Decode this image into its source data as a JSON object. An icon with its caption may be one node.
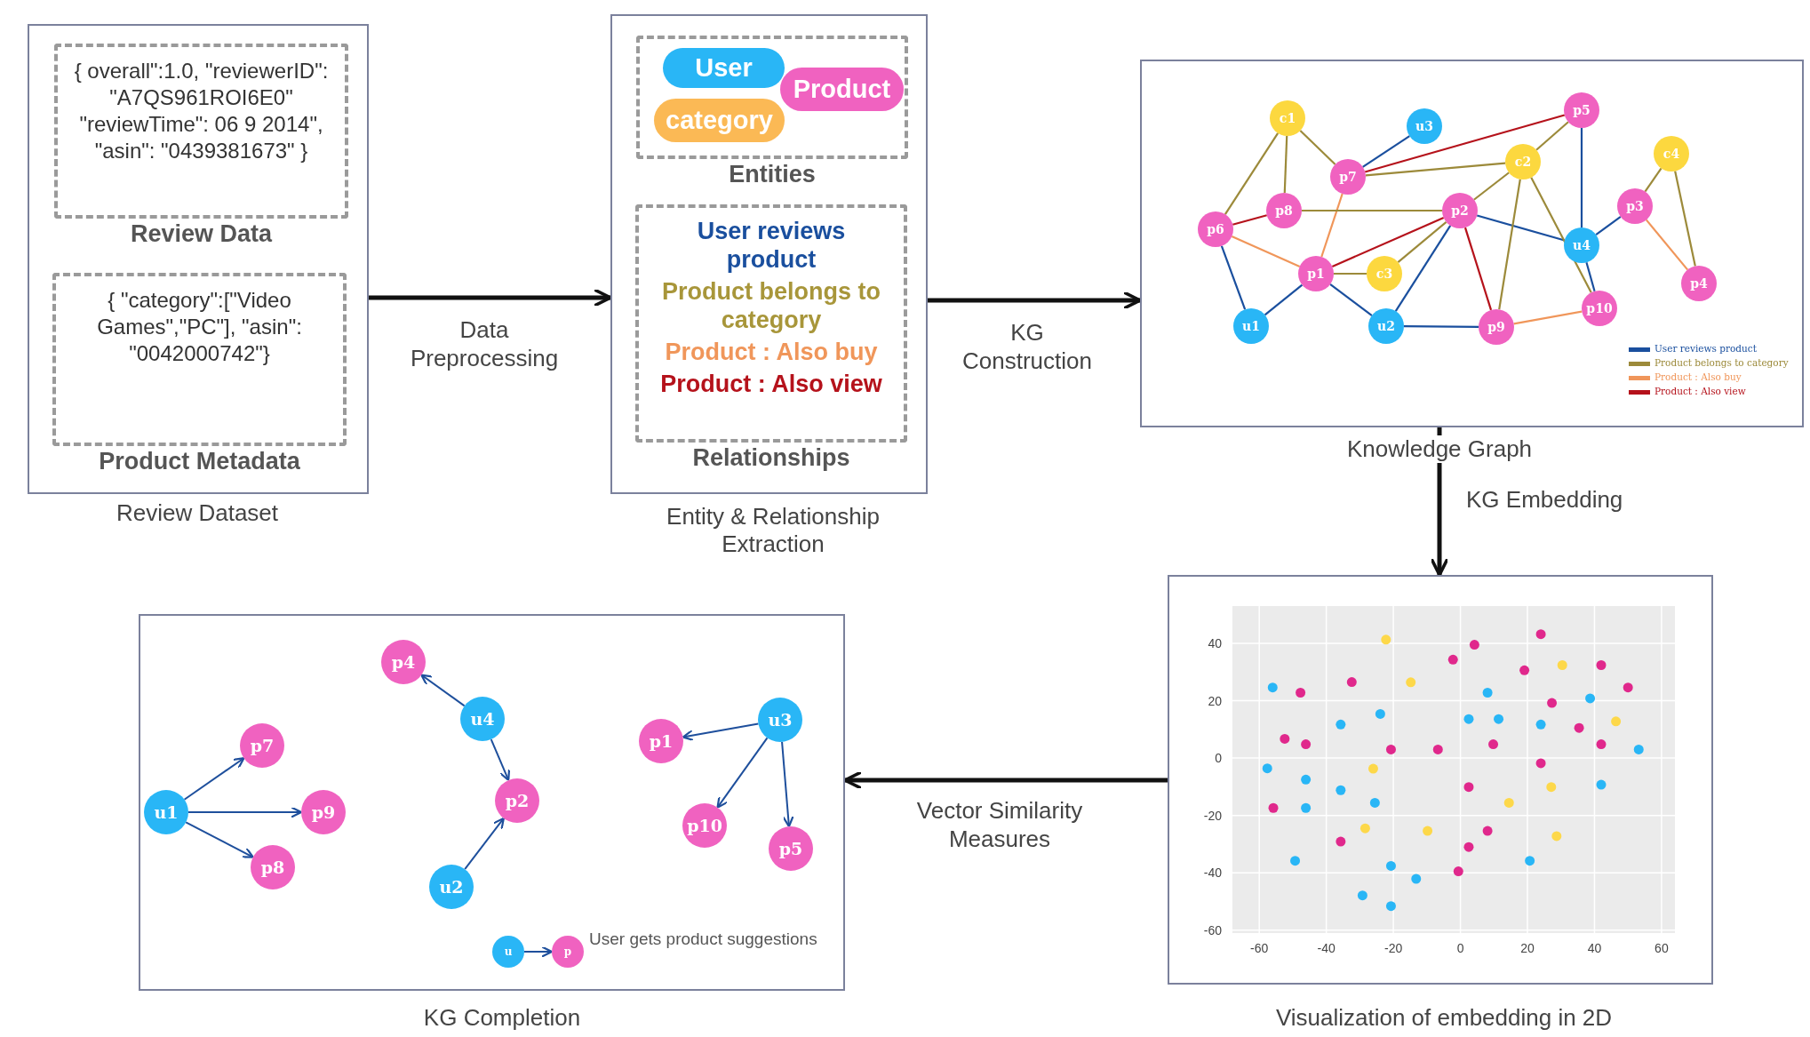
{
  "diagram": {
    "nodes": [
      {
        "text": [],
        "shape": "box",
        "beside": [
          "Review Dataset"
        ]
      },
      {
        "text": [
          "{ overall\":1.0, \"reviewerID\": \"A7QS961ROI6E0\" \"reviewTime\": 06 9 2014\", \"asin\": \"0439381673\" }",
          "Review Data"
        ],
        "in": 0
      },
      {
        "text": [
          "{ \"category\":[\"Video Games\",\"PC\"], \"asin\": \"0042000742\"}",
          "Product Metadata"
        ],
        "in": 0
      },
      {
        "text": [],
        "shape": "box",
        "beside": [
          "Entity & Relationship Extraction"
        ]
      },
      {
        "text": [
          "Entities"
        ],
        "in": 3
      },
      {
        "text": [
          "User"
        ],
        "in": 4
      },
      {
        "text": [
          "Product"
        ],
        "in": 4
      },
      {
        "text": [
          "category"
        ],
        "in": 4
      },
      {
        "text": [
          "User reviews product",
          "Product belongs to category",
          "Product : Also buy",
          "Product : Also view",
          "Relationships"
        ],
        "in": 3
      },
      {
        "text": [],
        "shape": "box",
        "beside": [
          "Knowledge Graph"
        ]
      },
      {
        "text": [
          "p5"
        ],
        "in": 9
      },
      {
        "text": [
          "c1"
        ],
        "in": 9
      },
      {
        "text": [
          "u3"
        ],
        "in": 9
      },
      {
        "text": [
          "c4"
        ],
        "in": 9
      },
      {
        "text": [
          "c2"
        ],
        "in": 9
      },
      {
        "text": [
          "p7"
        ],
        "in": 9
      },
      {
        "text": [
          "p3"
        ],
        "in": 9
      },
      {
        "text": [
          "p8"
        ],
        "in": 9
      },
      {
        "text": [
          "p2"
        ],
        "in": 9
      },
      {
        "text": [
          "p6"
        ],
        "in": 9
      },
      {
        "text": [
          "u4"
        ],
        "in": 9
      },
      {
        "text": [
          "p1"
        ],
        "in": 9
      },
      {
        "text": [
          "c3"
        ],
        "in": 9
      },
      {
        "text": [
          "p4"
        ],
        "in": 9
      },
      {
        "text": [
          "p10"
        ],
        "in": 9
      },
      {
        "text": [
          "u1"
        ],
        "in": 9
      },
      {
        "text": [
          "u2"
        ],
        "in": 9
      },
      {
        "text": [
          "p9"
        ],
        "in": 9
      },
      {
        "text": [],
        "shape": "box",
        "beside": [
          "Visualization of embedding in 2D"
        ]
      },
      {
        "text": [],
        "shape": "box",
        "beside": [
          "KG Completion"
        ]
      },
      {
        "text": [
          "p4"
        ],
        "in": 29
      },
      {
        "text": [
          "u4"
        ],
        "in": 29
      },
      {
        "text": [
          "u3"
        ],
        "in": 29
      },
      {
        "text": [
          "p1"
        ],
        "in": 29
      },
      {
        "text": [
          "p7"
        ],
        "in": 29
      },
      {
        "text": [
          "p2"
        ],
        "in": 29
      },
      {
        "text": [
          "u1"
        ],
        "in": 29
      },
      {
        "text": [
          "p9"
        ],
        "in": 29
      },
      {
        "text": [
          "p10"
        ],
        "in": 29
      },
      {
        "text": [
          "p5"
        ],
        "in": 29
      },
      {
        "text": [
          "p8"
        ],
        "in": 29
      },
      {
        "text": [
          "u2"
        ],
        "in": 29
      },
      {
        "text": [
          "u"
        ],
        "in": 29
      },
      {
        "text": [
          "p"
        ],
        "in": 29
      }
    ],
    "edges": [
      {
        "from": 0,
        "to": 3,
        "arrow": "to",
        "label": "Data Preprocessing",
        "color": "#111111"
      },
      {
        "from": 3,
        "to": 9,
        "arrow": "to",
        "label": "KG Construction",
        "color": "#111111"
      },
      {
        "from": 9,
        "to": 28,
        "arrow": "to",
        "label": "KG Embedding",
        "color": "#111111"
      },
      {
        "from": 28,
        "to": 29,
        "arrow": "to",
        "label": "Vector Similarity Measures",
        "color": "#111111"
      },
      {
        "from": 11,
        "to": 19,
        "arrow": "none",
        "color": "#9c8a3a"
      },
      {
        "from": 11,
        "to": 17,
        "arrow": "none",
        "color": "#9c8a3a"
      },
      {
        "from": 11,
        "to": 15,
        "arrow": "none",
        "color": "#9c8a3a"
      },
      {
        "from": 12,
        "to": 15,
        "arrow": "none",
        "color": "#1a4f9e"
      },
      {
        "from": 15,
        "to": 10,
        "arrow": "none",
        "color": "#b5121b"
      },
      {
        "from": 15,
        "to": 14,
        "arrow": "none",
        "color": "#9c8a3a"
      },
      {
        "from": 15,
        "to": 21,
        "arrow": "none",
        "color": "#f0965a"
      },
      {
        "from": 10,
        "to": 14,
        "arrow": "none",
        "color": "#9c8a3a"
      },
      {
        "from": 10,
        "to": 20,
        "arrow": "none",
        "color": "#1a4f9e"
      },
      {
        "from": 19,
        "to": 17,
        "arrow": "none",
        "color": "#b5121b"
      },
      {
        "from": 17,
        "to": 18,
        "arrow": "none",
        "color": "#9c8a3a"
      },
      {
        "from": 19,
        "to": 21,
        "arrow": "none",
        "color": "#f0965a"
      },
      {
        "from": 19,
        "to": 25,
        "arrow": "none",
        "color": "#1a4f9e"
      },
      {
        "from": 25,
        "to": 21,
        "arrow": "none",
        "color": "#1a4f9e"
      },
      {
        "from": 21,
        "to": 18,
        "arrow": "none",
        "color": "#b5121b"
      },
      {
        "from": 21,
        "to": 22,
        "arrow": "none",
        "color": "#9c8a3a"
      },
      {
        "from": 22,
        "to": 18,
        "arrow": "none",
        "color": "#9c8a3a"
      },
      {
        "from": 21,
        "to": 26,
        "arrow": "none",
        "color": "#1a4f9e"
      },
      {
        "from": 26,
        "to": 18,
        "arrow": "none",
        "color": "#1a4f9e"
      },
      {
        "from": 18,
        "to": 14,
        "arrow": "none",
        "color": "#9c8a3a"
      },
      {
        "from": 18,
        "to": 20,
        "arrow": "none",
        "color": "#1a4f9e"
      },
      {
        "from": 18,
        "to": 27,
        "arrow": "none",
        "color": "#b5121b"
      },
      {
        "from": 14,
        "to": 27,
        "arrow": "none",
        "color": "#9c8a3a"
      },
      {
        "from": 14,
        "to": 24,
        "arrow": "none",
        "color": "#9c8a3a"
      },
      {
        "from": 26,
        "to": 27,
        "arrow": "none",
        "color": "#1a4f9e"
      },
      {
        "from": 27,
        "to": 24,
        "arrow": "none",
        "color": "#f0965a"
      },
      {
        "from": 20,
        "to": 24,
        "arrow": "none",
        "color": "#1a4f9e"
      },
      {
        "from": 20,
        "to": 16,
        "arrow": "none",
        "color": "#1a4f9e"
      },
      {
        "from": 13,
        "to": 16,
        "arrow": "none",
        "color": "#9c8a3a"
      },
      {
        "from": 13,
        "to": 23,
        "arrow": "none",
        "color": "#9c8a3a"
      },
      {
        "from": 16,
        "to": 23,
        "arrow": "none",
        "color": "#f0965a"
      },
      {
        "from": 36,
        "to": 34,
        "arrow": "to",
        "color": "#1e4f9c"
      },
      {
        "from": 36,
        "to": 37,
        "arrow": "to",
        "color": "#1e4f9c"
      },
      {
        "from": 36,
        "to": 40,
        "arrow": "to",
        "color": "#1e4f9c"
      },
      {
        "from": 31,
        "to": 30,
        "arrow": "to",
        "color": "#1e4f9c"
      },
      {
        "from": 31,
        "to": 35,
        "arrow": "to",
        "color": "#1e4f9c"
      },
      {
        "from": 41,
        "to": 35,
        "arrow": "to",
        "color": "#1e4f9c"
      },
      {
        "from": 32,
        "to": 33,
        "arrow": "to",
        "color": "#1e4f9c"
      },
      {
        "from": 32,
        "to": 38,
        "arrow": "to",
        "color": "#1e4f9c"
      },
      {
        "from": 32,
        "to": 39,
        "arrow": "to",
        "color": "#1e4f9c"
      },
      {
        "from": 42,
        "to": 43,
        "arrow": "to",
        "color": "#1e4f9c"
      }
    ],
    "legend": [
      {
        "text": "User reviews product",
        "color": "#1a4f9e"
      },
      {
        "text": "Product belongs to category",
        "color": "#9c8a3a"
      },
      {
        "text": "Product : Also buy",
        "color": "#f0965a"
      },
      {
        "text": "Product : Also view",
        "color": "#b5121b"
      },
      {
        "text": "User gets product suggestions"
      }
    ],
    "chart_data": {
      "type": "scatter",
      "grid": true,
      "xlim": [
        -68,
        64
      ],
      "ylim": [
        -61,
        53
      ],
      "xticks": [
        -60,
        -40,
        -20,
        0,
        20,
        40,
        60
      ],
      "yticks": [
        -60,
        -40,
        -20,
        0,
        20,
        40
      ],
      "series": [
        {
          "color": "#29b6f6",
          "x": [
            -56,
            8.1,
            38.7,
            -23.9,
            -35.7,
            2.5,
            11.4,
            24,
            53.2,
            -57.6,
            -46.1,
            -35.7,
            42,
            -25.5,
            -46.1,
            -49.3,
            -20.7,
            -13.2,
            20.7,
            -29.2,
            -20.7
          ],
          "values": [
            24.6,
            22.8,
            20.8,
            15.4,
            11.7,
            13.6,
            13.6,
            11.7,
            3.0,
            -3.6,
            -7.5,
            -11.2,
            -9.3,
            -15.6,
            -17.4,
            -35.8,
            -37.6,
            -42.1,
            -35.8,
            -47.9,
            -51.6
          ]
        },
        {
          "color": "#e0288c",
          "x": [
            24,
            4.2,
            -2.2,
            19.1,
            42,
            -32.4,
            -47.7,
            50,
            27.3,
            35.4,
            -52.4,
            -46.1,
            -20.7,
            -6.7,
            9.8,
            42,
            24,
            2.5,
            -55.8,
            8.1,
            -35.7,
            2.5,
            -0.6
          ],
          "values": [
            43.2,
            39.5,
            34.3,
            30.6,
            32.4,
            26.5,
            22.8,
            24.6,
            19.2,
            10.5,
            6.7,
            4.8,
            3.0,
            3.0,
            4.8,
            4.8,
            -1.8,
            -10.1,
            -17.4,
            -25.4,
            -29.1,
            -31.0,
            -39.5
          ]
        },
        {
          "color": "#fdd84a",
          "x": [
            -22.2,
            -14.8,
            30.4,
            46.4,
            -26,
            27.1,
            14.5,
            -28.4,
            -9.8,
            28.7
          ],
          "values": [
            41.3,
            26.4,
            32.4,
            12.8,
            -3.7,
            -10.1,
            -15.6,
            -24.5,
            -25.4,
            -27.2
          ]
        }
      ]
    }
  }
}
